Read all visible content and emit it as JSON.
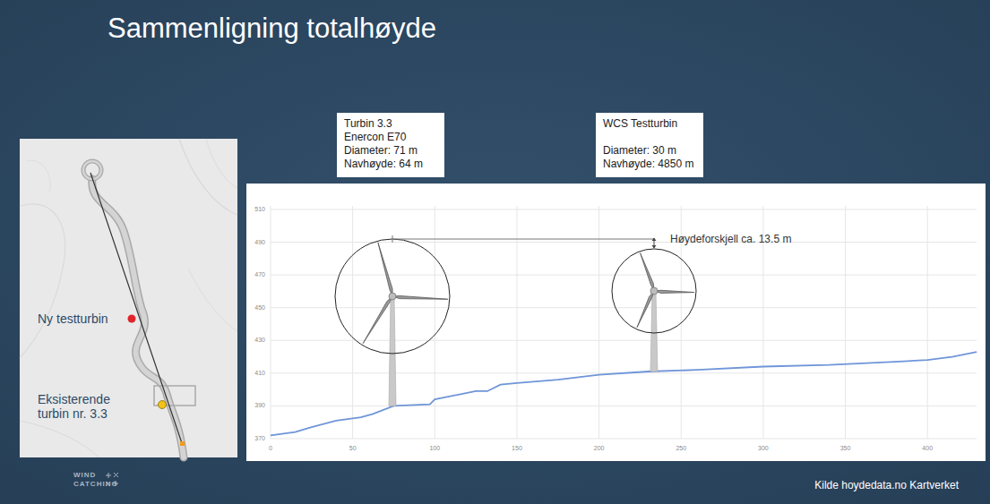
{
  "diagram": {
    "title": "Sammenligning totalhøyde",
    "nodes": [
      {
        "text": [
          "Turbin 3.3",
          "Enercon E70",
          "Diameter: 71 m",
          "Navhøyde: 64 m"
        ]
      },
      {
        "text": [
          "WCS Testturbin",
          "Diameter: 30 m",
          "Navhøyde: 4850 m"
        ]
      }
    ],
    "labels": [
      "Ny testturbin",
      "Eksisterende turbin nr. 3.3",
      "Høydeforskjell ca. 13.5 m",
      "510",
      "490",
      "470",
      "450",
      "430",
      "410",
      "390",
      "370",
      "0",
      "50",
      "100",
      "150",
      "200",
      "250",
      "300",
      "350",
      "400",
      "WIND",
      "CATCHING",
      "Kilde hoydedata.no Kartverket"
    ]
  }
}
